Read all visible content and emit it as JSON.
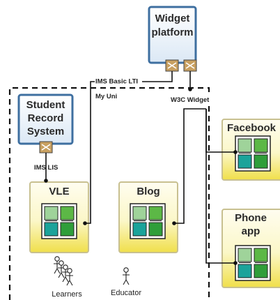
{
  "boxes": {
    "widget_platform": [
      "Widget",
      "platform"
    ],
    "student_record": [
      "Student",
      "Record",
      "System"
    ],
    "vle": "VLE",
    "blog": "Blog",
    "facebook": "Facebook",
    "phone_app": [
      "Phone",
      "app"
    ]
  },
  "labels": {
    "ims_basic_lti": "IMS Basic LTI",
    "my_uni": "My Uni",
    "w3c_widget": "W3C Widget",
    "ims_lis": "IMS LIS",
    "learners": "Learners",
    "educator": "Educator"
  },
  "colors": {
    "box_border": "#3e6fa0",
    "yellow_top": "#fdfbe0",
    "yellow_bottom": "#efe15a",
    "tile_light_green": "#9fd39a",
    "tile_green": "#5cb846",
    "tile_teal": "#1ba39a",
    "tile_dark_green": "#2f9e3a",
    "connector": "#8a6a2a"
  }
}
